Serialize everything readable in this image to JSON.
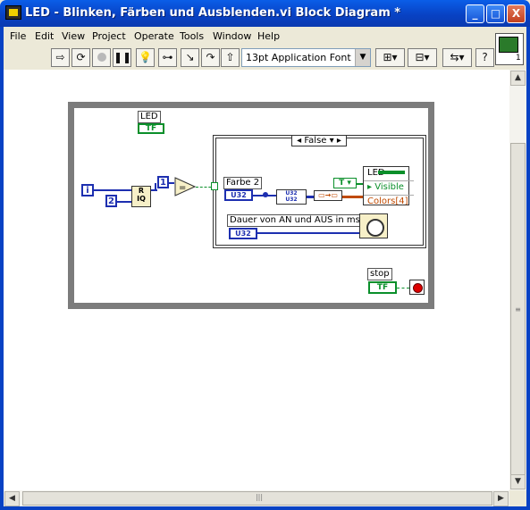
{
  "window": {
    "title": "LED - Blinken, Färben und Ausblenden.vi Block Diagram *",
    "minimize_glyph": "_",
    "maximize_glyph": "□",
    "close_glyph": "X"
  },
  "menu": {
    "items": [
      "File",
      "Edit",
      "View",
      "Project",
      "Operate",
      "Tools",
      "Window",
      "Help"
    ]
  },
  "toolbar": {
    "run_icon": "run-arrow-icon",
    "run_continuously_icon": "run-continuously-icon",
    "abort_icon": "abort-icon",
    "pause_icon": "pause-icon",
    "highlight_icon": "highlight-execution-icon",
    "retain_wire_icon": "retain-wire-values-icon",
    "step_into_icon": "step-into-icon",
    "step_over_icon": "step-over-icon",
    "step_out_icon": "step-out-icon",
    "font_value": "13pt Application Font",
    "align_icon": "align-objects-icon",
    "distribute_icon": "distribute-objects-icon",
    "reorder_icon": "reorder-icon",
    "help_glyph": "?",
    "context_help_number": "1"
  },
  "diagram": {
    "led_label": "LED",
    "led_terminal": "TF",
    "iteration_terminal": "i",
    "const_2": "2",
    "quotient_node_r": "R",
    "quotient_node_iq": "IQ",
    "const_1": "1",
    "case_selector": "False",
    "farbe_label": "Farbe 2",
    "u32_text": "U32",
    "true_const": "T",
    "property_node_title": "LED",
    "property_visible": "Visible",
    "property_colors": "Colors[4]",
    "dauer_label": "Dauer von AN und AUS in ms",
    "stop_label": "stop",
    "stop_terminal": "TF"
  },
  "colors": {
    "title_blue": "#0842c4",
    "wire_blue": "#1d2fb0",
    "wire_green": "#0a8f2a",
    "property_orange": "#c04a00"
  }
}
